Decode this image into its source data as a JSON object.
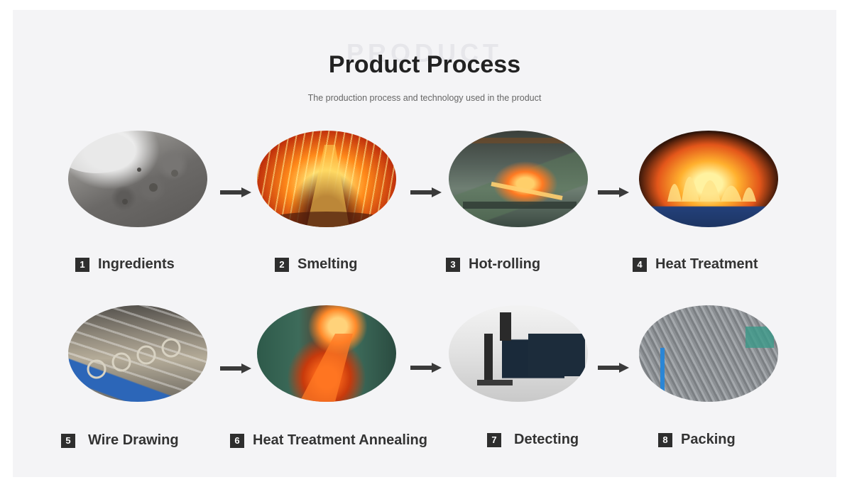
{
  "header": {
    "watermark": "PRODUCT",
    "title": "Product Process",
    "subtitle": "The production process and technology used in the product"
  },
  "steps": [
    {
      "number": "1",
      "label": "Ingredients"
    },
    {
      "number": "2",
      "label": "Smelting"
    },
    {
      "number": "3",
      "label": "Hot-rolling"
    },
    {
      "number": "4",
      "label": "Heat Treatment"
    },
    {
      "number": "5",
      "label": "Wire Drawing"
    },
    {
      "number": "6",
      "label": "Heat Treatment Annealing"
    },
    {
      "number": "7",
      "label": "Detecting"
    },
    {
      "number": "8",
      "label": "Packing"
    }
  ],
  "icons": {
    "arrow": "arrow-right-icon"
  },
  "colors": {
    "panel_background": "#f4f4f6",
    "badge": "#2e2e2e",
    "text": "#333333",
    "arrow": "#3a3a3a"
  }
}
